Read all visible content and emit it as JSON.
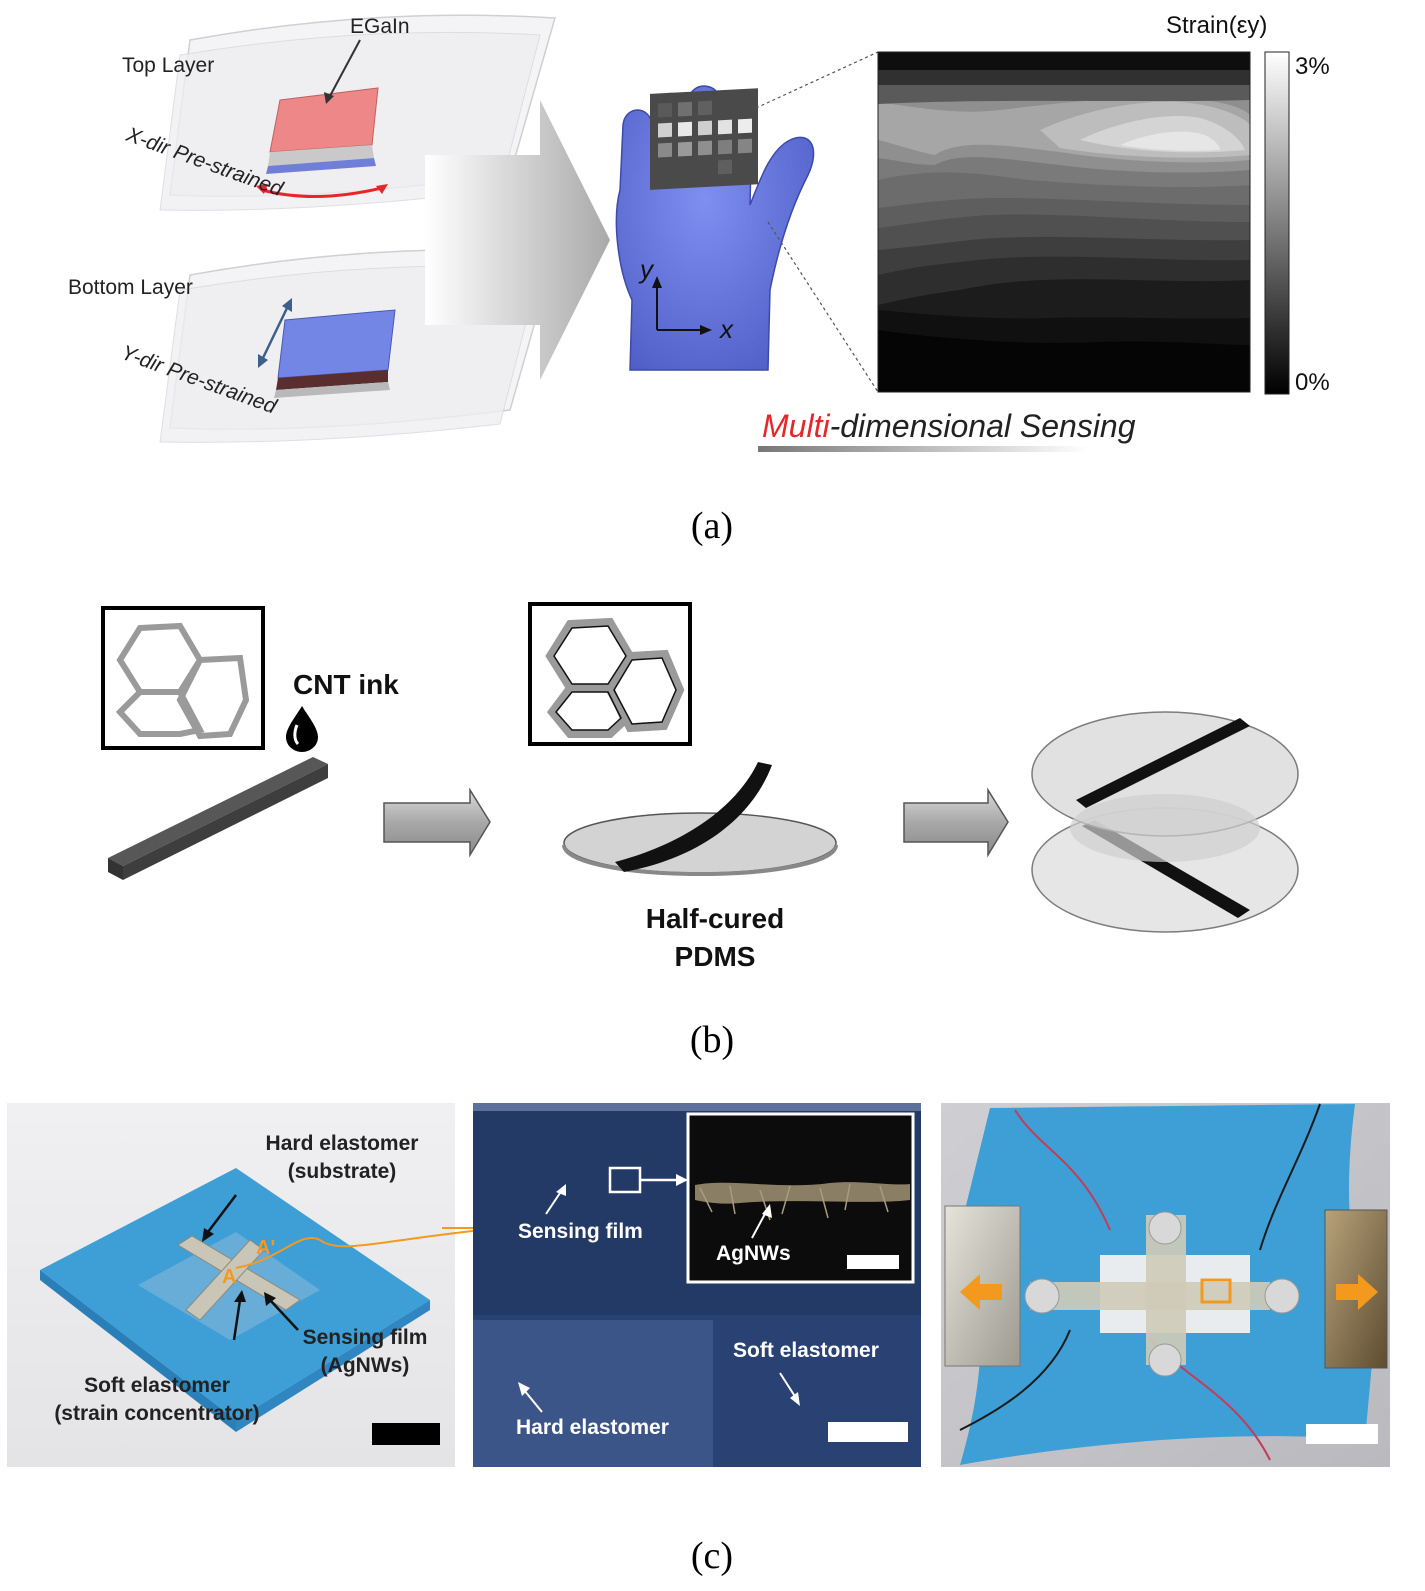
{
  "panel_a": {
    "egain_label": "EGaIn",
    "top_layer_label": "Top Layer",
    "bottom_layer_label": "Bottom Layer",
    "x_prestrain_label": "X-dir Pre-strained",
    "y_prestrain_label": "Y-dir Pre-strained",
    "axis_y": "y",
    "axis_x": "x",
    "colorbar_title": "Strain(εy)",
    "colorbar_max": "3%",
    "colorbar_min": "0%",
    "sensing_caption_red": "Multi",
    "sensing_caption_rest": "-dimensional Sensing",
    "caption": "(a)"
  },
  "panel_b": {
    "ink_label": "CNT ink",
    "pdms_line1": "Half-cured",
    "pdms_line2": "PDMS",
    "caption": "(b)"
  },
  "panel_c": {
    "hard_elastomer_substrate_line1": "Hard elastomer",
    "hard_elastomer_substrate_line2": "(substrate)",
    "marker_a_prime": "A'",
    "marker_a": "A",
    "sensing_film_line1": "Sensing film",
    "sensing_film_line2": "(AgNWs)",
    "soft_elastomer_line1": "Soft elastomer",
    "soft_elastomer_line2": "(strain concentrator)",
    "sem_sensing_film": "Sensing film",
    "sem_agnws": "AgNWs",
    "sem_soft_elastomer": "Soft elastomer",
    "sem_hard_elastomer": "Hard elastomer",
    "caption": "(c)"
  },
  "colors": {
    "red_accent": "#e8262a",
    "orange_accent": "#f39a1e",
    "blue_elastomer": "#3d9fd6",
    "sem_background": "#243a66",
    "hand_blue": "#6677d9"
  }
}
